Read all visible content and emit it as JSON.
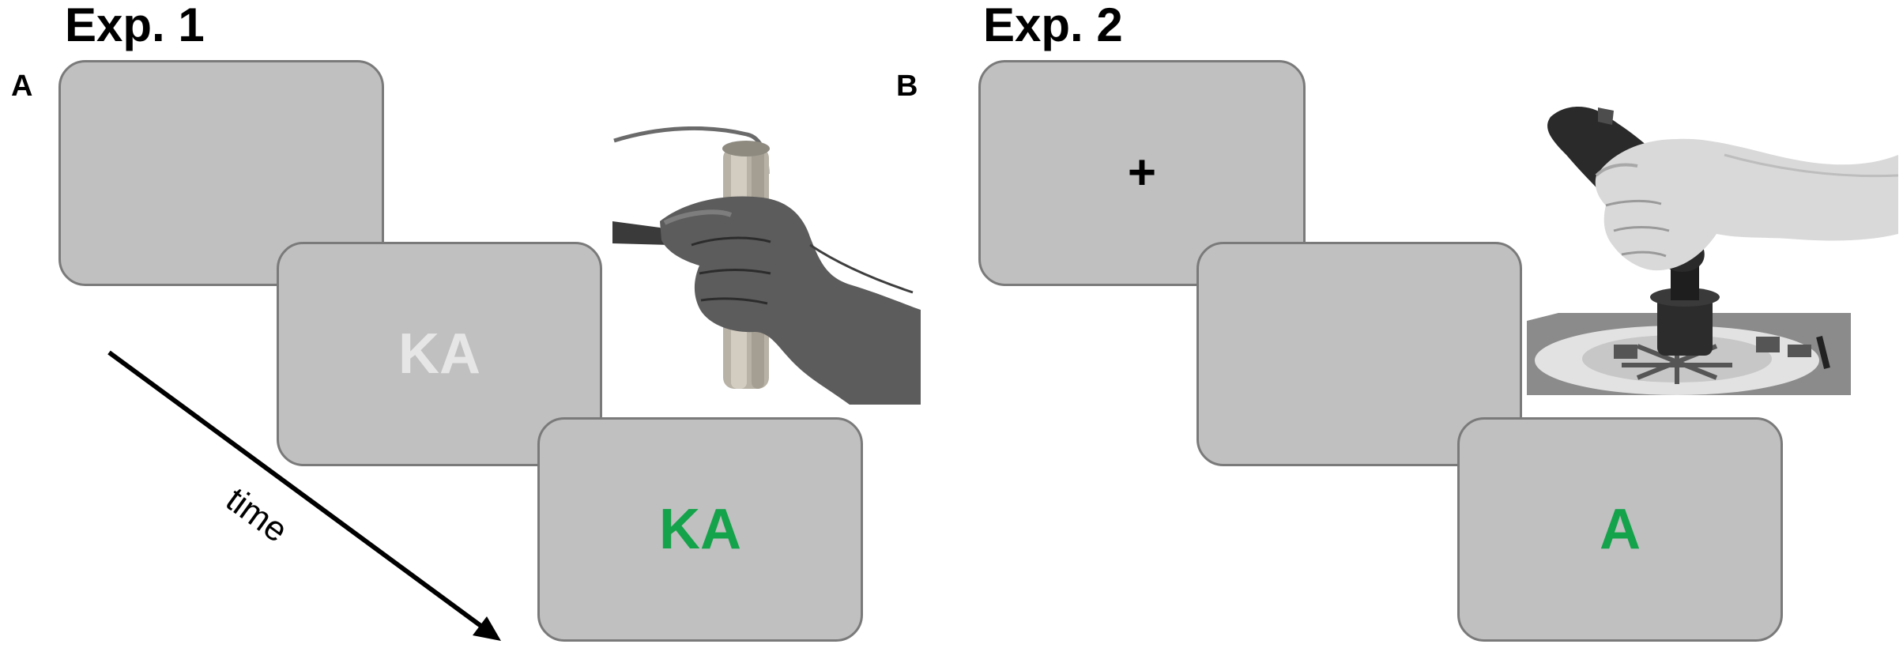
{
  "experiments": [
    {
      "title": "Exp. 1",
      "panel_label": "A",
      "screens": [
        {
          "text": "",
          "color": "#000000"
        },
        {
          "text": "KA",
          "color": "#e6e6e6"
        },
        {
          "text": "KA",
          "color": "#14a34a"
        }
      ],
      "photo_icon": "hand-grip-device-icon"
    },
    {
      "title": "Exp. 2",
      "panel_label": "B",
      "screens": [
        {
          "text": "+",
          "color": "#000000"
        },
        {
          "text": "",
          "color": "#000000"
        },
        {
          "text": "A",
          "color": "#14a34a"
        }
      ],
      "photo_icon": "joystick-icon"
    }
  ],
  "time_label": "time",
  "colors": {
    "screen_fill": "#c0c0c0",
    "screen_border": "#7a7a7a",
    "green_stimulus": "#14a34a",
    "light_stimulus": "#e6e6e6"
  }
}
